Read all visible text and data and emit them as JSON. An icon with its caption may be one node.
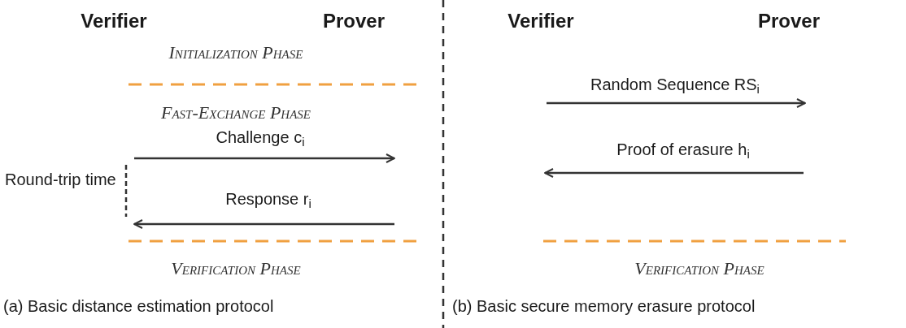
{
  "diagram": {
    "labels": [
      "Verifier",
      "Prover",
      "Initialization Phase",
      "Fast-Exchange Phase",
      "Challenge c$_{i}$",
      "Round-trip time",
      "Response r$_{i}$",
      "Verification Phase",
      "(a) Basic distance estimation protocol",
      "Verifier",
      "Prover",
      "Random Sequence RS$_{i}$",
      "Proof of erasure h$_{i}$",
      "Verification Phase",
      "(b) Basic secure memory erasure protocol"
    ]
  }
}
